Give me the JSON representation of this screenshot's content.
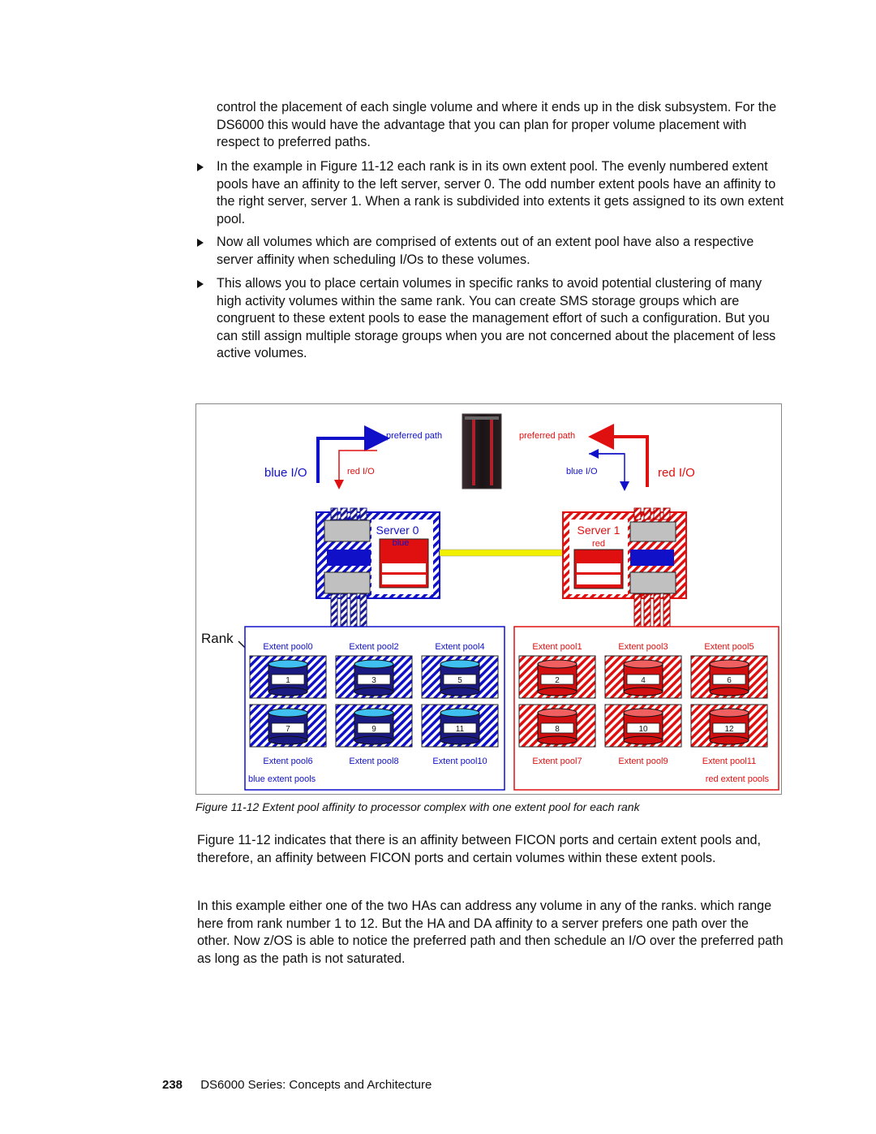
{
  "intro_paragraph": "control the placement of each single volume and where it ends up in the disk subsystem. For the DS6000 this would have the advantage that you can plan for proper volume placement with respect to preferred paths.",
  "bullets": [
    "In the example in Figure 11-12 each rank is in its own extent pool. The evenly numbered extent pools have an affinity to the left server, server 0. The odd number extent pools have an affinity to the right server, server 1. When a rank is subdivided into extents it gets assigned to its own extent pool.",
    "Now all volumes which are comprised of extents out of an extent pool have also a respective server affinity when scheduling I/Os to these volumes.",
    "This allows you to place certain volumes in specific ranks to avoid potential clustering of many high activity volumes within the same rank. You can create SMS storage groups which are congruent to these extent pools to ease the management effort of such a configuration. But you can still assign multiple storage groups when you are not concerned about the placement of less active volumes."
  ],
  "figure": {
    "preferred_path_left": "preferred path",
    "preferred_path_right": "preferred path",
    "blue_io_left": "blue I/O",
    "red_io_left": "red I/O",
    "blue_io_right": "blue I/O",
    "red_io_right": "red I/O",
    "server0_title": "Server 0",
    "server0_sub": "blue",
    "server1_title": "Server 1",
    "server1_sub": "red",
    "rank_label": "Rank",
    "blue_group_label": "blue extent pools",
    "red_group_label": "red extent pools",
    "blue_pools_top": [
      "Extent pool0",
      "Extent pool2",
      "Extent pool4"
    ],
    "blue_pools_bottom": [
      "Extent pool6",
      "Extent pool8",
      "Extent pool10"
    ],
    "red_pools_top": [
      "Extent pool1",
      "Extent pool3",
      "Extent pool5"
    ],
    "red_pools_bottom": [
      "Extent pool7",
      "Extent pool9",
      "Extent pool11"
    ],
    "blue_ranks_top": [
      "1",
      "3",
      "5"
    ],
    "blue_ranks_bottom": [
      "7",
      "9",
      "11"
    ],
    "red_ranks_top": [
      "2",
      "4",
      "6"
    ],
    "red_ranks_bottom": [
      "8",
      "10",
      "12"
    ],
    "colors": {
      "blue": "#1010c8",
      "red": "#e01010",
      "link": "#f0f000"
    }
  },
  "caption": "Figure 11-12   Extent pool affinity to processor complex with one extent pool for each rank",
  "body_paragraphs": [
    "Figure 11-12 indicates that there is an affinity between FICON ports and certain extent pools and, therefore, an affinity between FICON ports and certain volumes within these extent pools.",
    "In this example either one of the two HAs can address any volume in any of the ranks. which range here from rank number 1 to 12. But the HA and DA affinity to a server prefers one path over the other. Now z/OS is able to notice the preferred path and then schedule an I/O over the preferred path as long as the path is not saturated."
  ],
  "footer": {
    "page_number": "238",
    "title": "DS6000 Series: Concepts and Architecture"
  }
}
